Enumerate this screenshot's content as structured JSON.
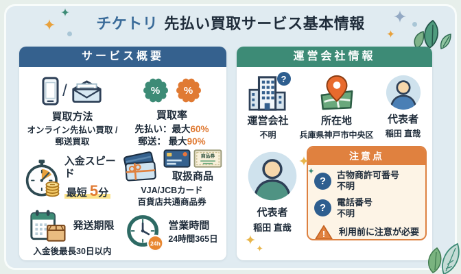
{
  "title": {
    "brand": "チケトリ",
    "rest": "先払い買取サービス基本情報"
  },
  "left_panel": {
    "header": "サービス概要",
    "method": {
      "heading": "買取方法",
      "slash": "/",
      "line1": "オンライン先払い買取 /",
      "line2": "郵送買取"
    },
    "rate": {
      "heading": "買取率",
      "percent_sign": "%",
      "line1_label": "先払い：最大",
      "line1_value": "60%",
      "line2_label": "郵送： 最大",
      "line2_value": "90%"
    },
    "speed": {
      "heading": "入金スピード",
      "prefix": "最短 ",
      "value": "5",
      "unit": "分"
    },
    "products": {
      "heading": "取扱商品",
      "voucher_label": "商品券",
      "line1": "VJA/JCBカード",
      "line2": "百貨店共通商品券"
    },
    "deadline": {
      "heading": "発送期限",
      "text": "入金後最長30日以内"
    },
    "hours": {
      "heading": "営業時間",
      "badge": "24h",
      "text": "24時間365日"
    }
  },
  "right_panel": {
    "header": "運営会社情報",
    "company": {
      "heading": "運営会社",
      "value": "不明",
      "question_mark": "?"
    },
    "location": {
      "heading": "所在地",
      "value": "兵庫県神戸市中央区"
    },
    "representative": {
      "heading": "代表者",
      "value": "稲田 直哉"
    },
    "representative2": {
      "heading": "代表者",
      "value": "稲田 直哉"
    },
    "caution": {
      "header": "注意点",
      "items": [
        {
          "icon": "question-icon",
          "mark": "?",
          "line1": "古物商許可番号",
          "line2": "不明"
        },
        {
          "icon": "question-icon",
          "mark": "?",
          "line1": "電話番号",
          "line2": "不明"
        },
        {
          "icon": "warning-icon",
          "mark": "!",
          "line1": "利用前に注意が必要"
        }
      ]
    }
  },
  "colors": {
    "brand_blue": "#3a6b99",
    "header_blue": "#35618e",
    "header_teal": "#3d8b76",
    "accent_orange": "#e07a33",
    "badge_teal": "#3d8b76",
    "highlight_yellow": "#fbe289",
    "caution_bg": "#fdf4e6",
    "caution_border": "#dd8040",
    "question_blue": "#2e5e8f",
    "ink": "#1f2c3a",
    "card_bg": "#e0ebf1",
    "page_bg": "#e7efeb"
  }
}
